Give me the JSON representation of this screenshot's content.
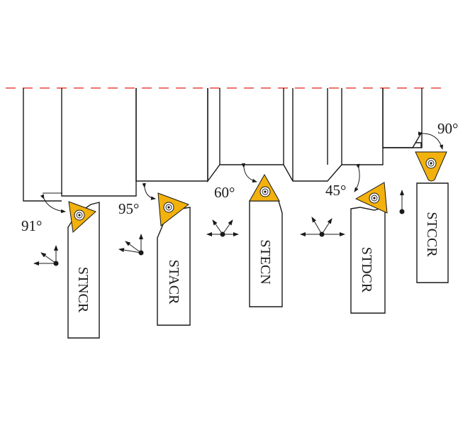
{
  "colors": {
    "insert": "#f2b10d",
    "reference_line": "#e0201a",
    "outline": "#1a1a1a"
  },
  "tools": [
    {
      "code": "STNCR",
      "angle": "91°"
    },
    {
      "code": "STACR",
      "angle": "95°"
    },
    {
      "code": "STECN",
      "angle": "60°"
    },
    {
      "code": "STDCR",
      "angle": "45°"
    },
    {
      "code": "STCCR",
      "angle": "90°"
    }
  ]
}
